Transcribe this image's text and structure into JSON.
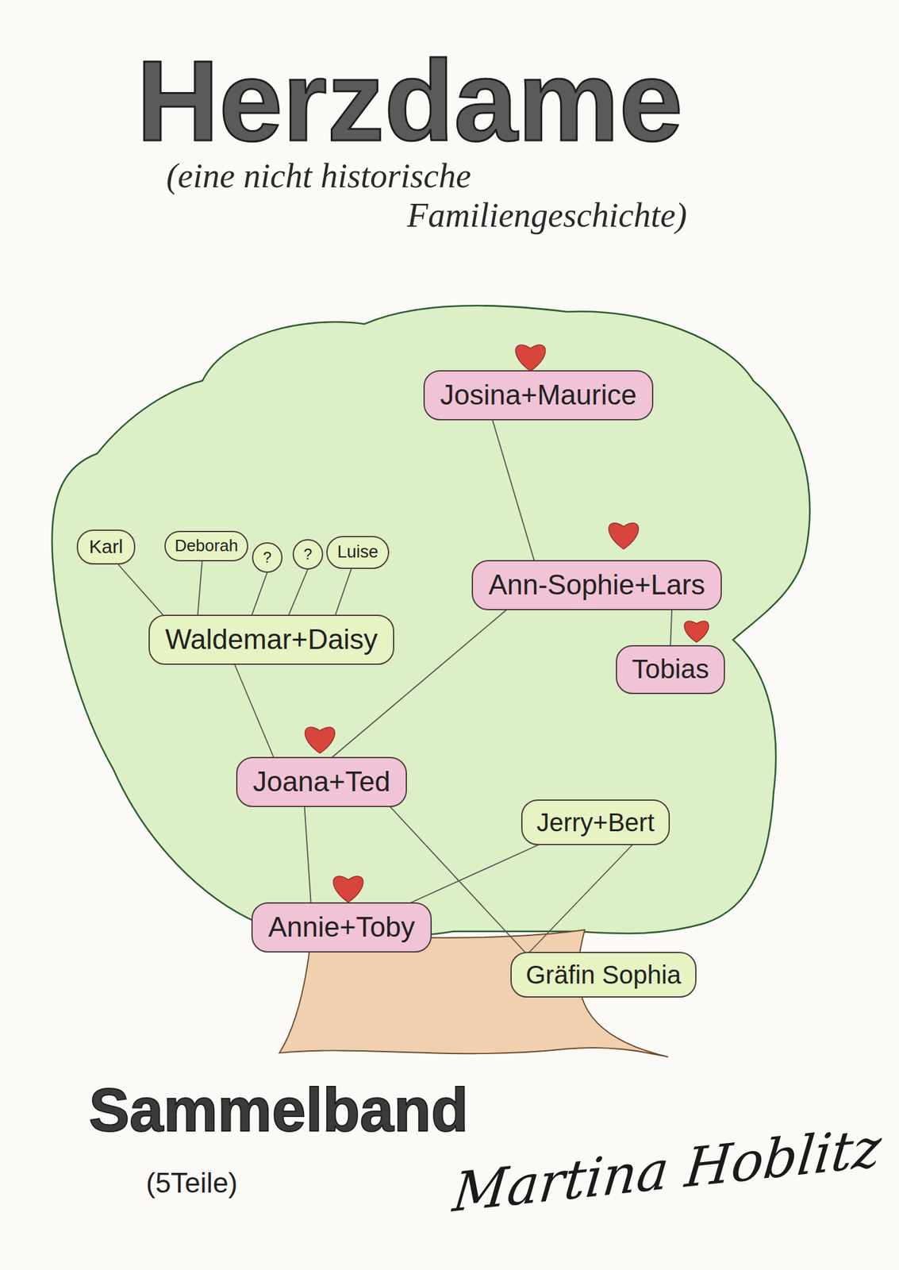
{
  "diagram": {
    "title": "Herzdame",
    "nodes": [
      {
        "text": [
          "Josina+Maurice"
        ]
      },
      {
        "text": [
          "Karl"
        ]
      },
      {
        "text": [
          "Deborah"
        ]
      },
      {
        "text": [
          "?"
        ]
      },
      {
        "text": [
          "?"
        ]
      },
      {
        "text": [
          "Luise"
        ]
      },
      {
        "text": [
          "Ann-Sophie+Lars"
        ]
      },
      {
        "text": [
          "Waldemar+Daisy"
        ]
      },
      {
        "text": [
          "Tobias"
        ]
      },
      {
        "text": [
          "Joana+Ted"
        ]
      },
      {
        "text": [
          "Jerry+Bert"
        ]
      },
      {
        "text": [
          "Annie+Toby"
        ]
      },
      {
        "text": [
          "Gräfin Sophia"
        ]
      }
    ],
    "edges": [
      {
        "from": 0,
        "to": 6,
        "arrow": "none"
      },
      {
        "from": 1,
        "to": 7,
        "arrow": "none"
      },
      {
        "from": 2,
        "to": 7,
        "arrow": "none"
      },
      {
        "from": 3,
        "to": 7,
        "arrow": "none"
      },
      {
        "from": 4,
        "to": 7,
        "arrow": "none"
      },
      {
        "from": 5,
        "to": 7,
        "arrow": "none"
      },
      {
        "from": 6,
        "to": 8,
        "arrow": "none"
      },
      {
        "from": 6,
        "to": 9,
        "arrow": "none"
      },
      {
        "from": 7,
        "to": 9,
        "arrow": "none"
      },
      {
        "from": 9,
        "to": 11,
        "arrow": "none"
      },
      {
        "from": 9,
        "to": 12,
        "arrow": "none"
      },
      {
        "from": 10,
        "to": 11,
        "arrow": "none"
      },
      {
        "from": 10,
        "to": 12,
        "arrow": "none"
      }
    ],
    "labels": [
      "(eine nicht historische Familiengeschichte)",
      "Sammelband",
      "(5Teile)",
      "Martina Hoblitz"
    ]
  }
}
